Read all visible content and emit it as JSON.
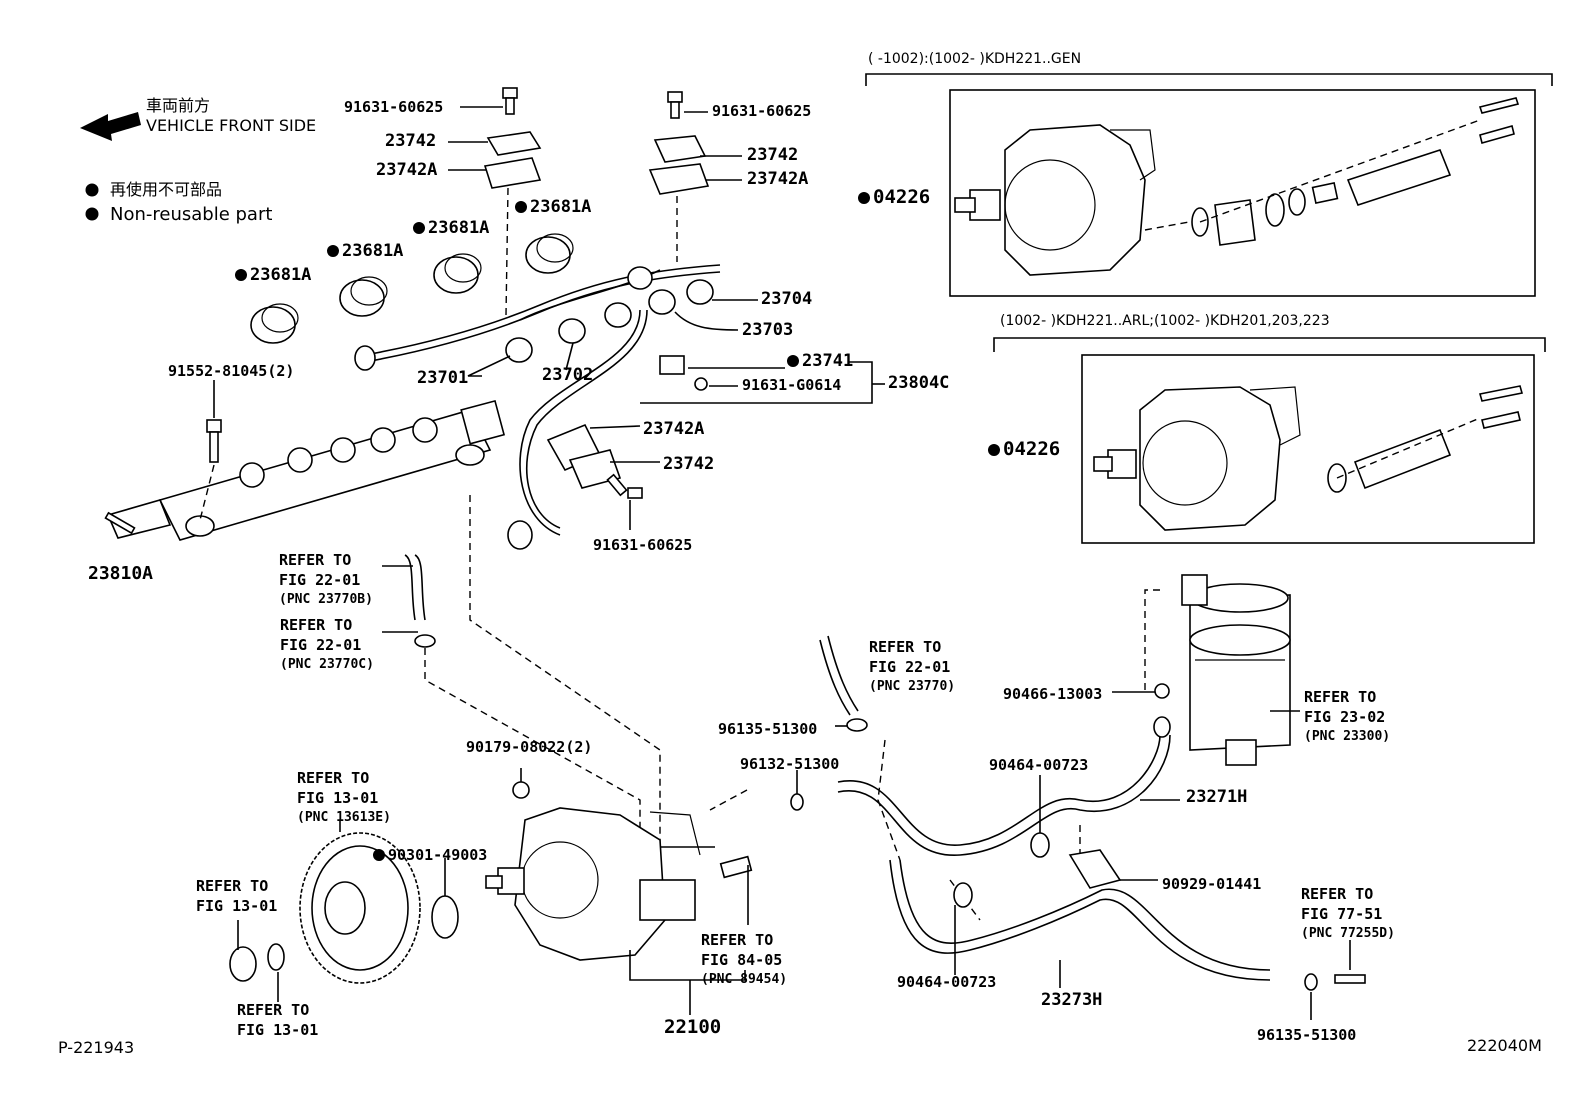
{
  "header": {
    "direction_jp": "車両前方",
    "direction_en": "VEHICLE FRONT SIDE",
    "legend_jp": "再使用不可部品",
    "legend_en": "Non-reusable part"
  },
  "boxes": {
    "box1_title": "(      -1002):(1002-      )KDH221..GEN",
    "box2_title": "(1002-      )KDH221..ARL;(1002-      )KDH201,203,223"
  },
  "labels": {
    "p_91631_60625_a": "91631-60625",
    "p_23742_a": "23742",
    "p_23742A_a": "23742A",
    "p_91631_60625_b": "91631-60625",
    "p_23742_b": "23742",
    "p_23742A_b": "23742A",
    "p_23681A_1": "23681A",
    "p_23681A_2": "23681A",
    "p_23681A_3": "23681A",
    "p_23681A_4": "23681A",
    "p_04226_a": "04226",
    "p_04226_b": "04226",
    "p_23704": "23704",
    "p_23703": "23703",
    "p_23701": "23701",
    "p_23702": "23702",
    "p_23741": "23741",
    "p_91631_G0614": "91631-G0614",
    "p_23804C": "23804C",
    "p_91552": "91552-81045(2)",
    "p_23742A_c": "23742A",
    "p_23742_c": "23742",
    "p_91631_60625_c": "91631-60625",
    "p_23810A": "23810A",
    "p_90466": "90466-13003",
    "p_96135_a": "96135-51300",
    "p_96132": "96132-51300",
    "p_90179": "90179-08022(2)",
    "p_90464_a": "90464-00723",
    "p_23271H": "23271H",
    "p_90301": "90301-49003",
    "p_90929": "90929-01441",
    "p_90464_b": "90464-00723",
    "p_23273H": "23273H",
    "p_22100": "22100",
    "p_96135_b": "96135-51300"
  },
  "refs": {
    "r1": {
      "line1": "REFER TO",
      "line2": "FIG 22-01",
      "line3": "(PNC 23770B)"
    },
    "r2": {
      "line1": "REFER TO",
      "line2": "FIG 22-01",
      "line3": "(PNC 23770C)"
    },
    "r3": {
      "line1": "REFER TO",
      "line2": "FIG 22-01",
      "line3": "(PNC 23770)"
    },
    "r4": {
      "line1": "REFER TO",
      "line2": "FIG 23-02",
      "line3": "(PNC 23300)"
    },
    "r5": {
      "line1": "REFER TO",
      "line2": "FIG 13-01",
      "line3": "(PNC 13613E)"
    },
    "r6": {
      "line1": "REFER TO",
      "line2": "FIG 13-01"
    },
    "r7": {
      "line1": "REFER TO",
      "line2": "FIG 13-01"
    },
    "r8": {
      "line1": "REFER TO",
      "line2": "FIG 84-05",
      "line3": "(PNC 89454)"
    },
    "r9": {
      "line1": "REFER TO",
      "line2": "FIG 77-51",
      "line3": "(PNC 77255D)"
    }
  },
  "footer": {
    "left_code": "P-221943",
    "right_code": "222040M"
  }
}
